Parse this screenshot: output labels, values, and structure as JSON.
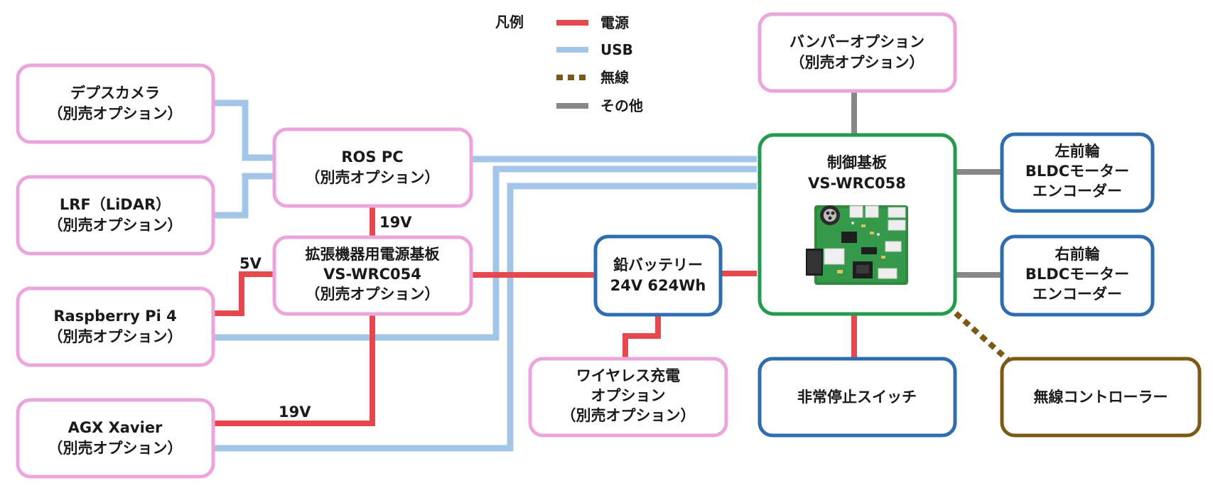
{
  "colors": {
    "power": "#e5484d",
    "usb": "#a3c6e6",
    "wireless": "#7a5a14",
    "other": "#878787",
    "pink_border": "#eba5dc",
    "blue_border": "#2f6db0",
    "green_border": "#249a4f",
    "brown_border": "#7a5a14"
  },
  "legend": {
    "title": "凡例",
    "items": [
      {
        "label": "電源",
        "type": "power"
      },
      {
        "label": "USB",
        "type": "usb"
      },
      {
        "label": "無線",
        "type": "wireless"
      },
      {
        "label": "その他",
        "type": "other"
      }
    ]
  },
  "nodes": {
    "depth_camera": {
      "lines": [
        "デプスカメラ",
        "（別売オプション）"
      ]
    },
    "lrf": {
      "lines": [
        "LRF（LiDAR）",
        "（別売オプション）"
      ]
    },
    "raspberry_pi": {
      "lines": [
        "Raspberry Pi 4",
        "（別売オプション）"
      ]
    },
    "agx_xavier": {
      "lines": [
        "AGX Xavier",
        "（別売オプション）"
      ]
    },
    "ros_pc": {
      "lines": [
        "ROS PC",
        "（別売オプション）"
      ]
    },
    "power_board": {
      "lines": [
        "拡張機器用電源基板",
        "VS-WRC054",
        "（別売オプション）"
      ]
    },
    "lead_battery": {
      "lines": [
        "鉛バッテリー",
        "24V 624Wh"
      ]
    },
    "wireless_charging": {
      "lines": [
        "ワイヤレス充電",
        "オプション",
        "（別売オプション）"
      ]
    },
    "bumper": {
      "lines": [
        "バンパーオプション",
        "（別売オプション）"
      ]
    },
    "control_board": {
      "lines": [
        "制御基板",
        "VS-WRC058"
      ]
    },
    "left_wheel": {
      "lines": [
        "左前輪",
        "BLDCモーター",
        "エンコーダー"
      ]
    },
    "right_wheel": {
      "lines": [
        "右前輪",
        "BLDCモーター",
        "エンコーダー"
      ]
    },
    "emergency_stop": {
      "lines": [
        "非常停止スイッチ"
      ]
    },
    "wireless_controller": {
      "lines": [
        "無線コントローラー"
      ]
    }
  },
  "edge_labels": {
    "ros_pc_19v": "19V",
    "raspberry_5v": "5V",
    "agx_19v": "19V"
  }
}
